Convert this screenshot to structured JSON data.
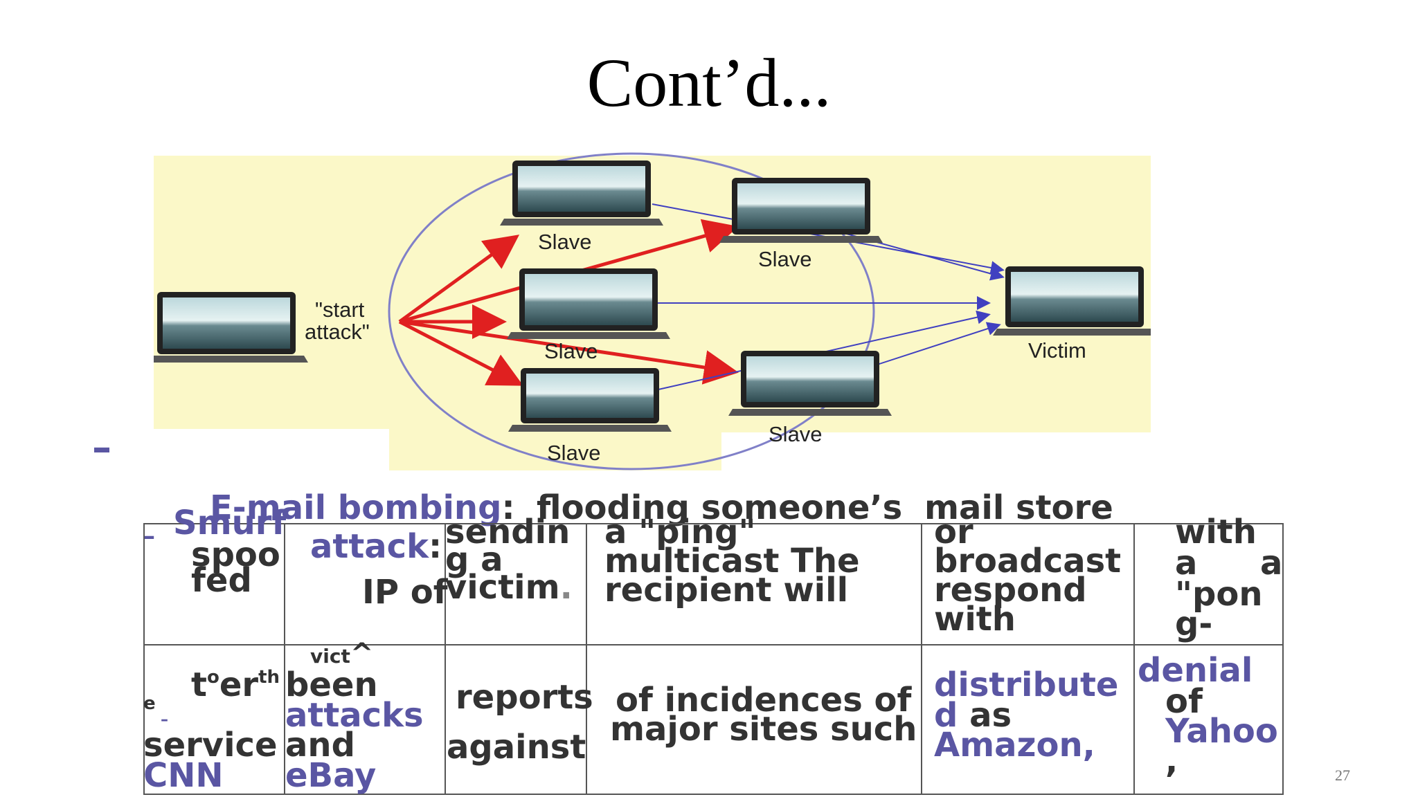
{
  "slide": {
    "title": "Cont’d...",
    "page_number": "27"
  },
  "diagram": {
    "start_label_1": "\"start",
    "start_label_2": "attack\"",
    "slave_label": "Slave",
    "victim_label": "Victim"
  },
  "email_line": {
    "term": "E-mail bombing",
    "colon": ":",
    "part1": "flooding someone’s",
    "part2": "mail store"
  },
  "table": {
    "r1c1": {
      "term": "Smurf",
      "w1": "spoo",
      "w2": "fed"
    },
    "r1c2": {
      "term": "attack",
      "colon": ":",
      "ipof": "IP of"
    },
    "r1c3": {
      "l1": "sendin",
      "l2": "g a",
      "l3": "victim",
      "dot": "."
    },
    "r1c4": {
      "l1": "a \"ping\"",
      "l2": "multicast The",
      "l3": "recipient will"
    },
    "r1c5": {
      "l1": "or",
      "l2": "broadcast",
      "l3": "respond",
      "l4": "with"
    },
    "r1c6": {
      "l1": "with",
      "l2a": "a",
      "l2b": "a",
      "l3": "\"pon",
      "l4": "g-"
    },
    "r2c1": {
      "tother": "t",
      "o": "o",
      "er": "er",
      "th": "th",
      "e": "e",
      "service": "service",
      "cnn": "CNN"
    },
    "r2c2": {
      "vict": "vict",
      "caret": "^",
      "been": "been",
      "attacks": "attacks",
      "and": "and",
      "ebay": "eBay"
    },
    "r2c3": {
      "reports": "reports",
      "against": "against"
    },
    "r2c4": {
      "l1": "of incidences of",
      "l2": "major sites such"
    },
    "r2c5": {
      "l1": "distribute",
      "l2a": "d",
      "l2b": "as",
      "l3": "Amazon,"
    },
    "r2c6": {
      "l1": "denial",
      "l2": "of",
      "l3": "Yahoo",
      "l4": ","
    }
  },
  "bullets": {
    "dash": "–",
    "dash_small": "–"
  },
  "colors": {
    "accent": "#5a56a3",
    "text": "#333333",
    "arrow_red": "#e02020",
    "arrow_blue": "#4040c0",
    "ellipse": "#8080c8",
    "bg_yellow": "#fbf8c8"
  }
}
